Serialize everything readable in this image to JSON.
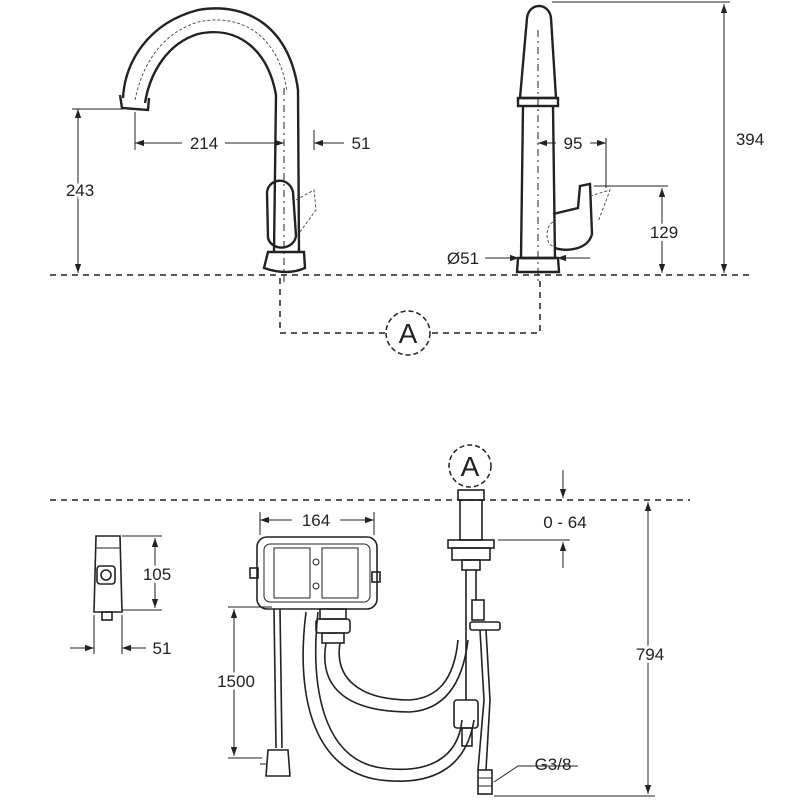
{
  "diagram": {
    "callouts": {
      "top": "A",
      "bottom": "A"
    },
    "dimensions": {
      "spout_height": "243",
      "spout_reach": "214",
      "handle_offset": "51",
      "total_height": "394",
      "side_handle_offset": "95",
      "handle_height": "129",
      "base_diameter": "Ø51",
      "box_width": "164",
      "sensor_height": "105",
      "sensor_width": "51",
      "cable_length": "1500",
      "deck_thickness": "0 - 64",
      "supply_length": "794",
      "thread": "G3/8"
    }
  },
  "colors": {
    "line": "#222222",
    "background": "#ffffff"
  }
}
